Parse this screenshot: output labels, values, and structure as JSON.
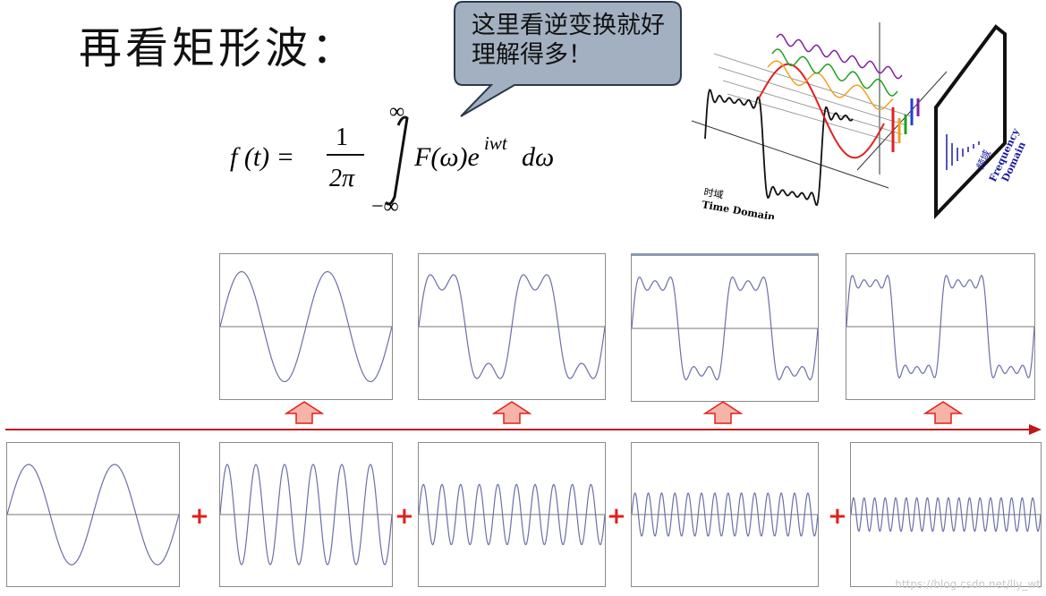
{
  "title": "再看矩形波：",
  "bubble_text": "这里看逆变换就好理解得多！",
  "formula": {
    "lhs": "f (t) =",
    "frac_num": "1",
    "frac_den": "2π",
    "upper_limit": "∞",
    "lower_limit": "−∞",
    "integrand": "F(ω)e",
    "exponent": "iwt",
    "differential": "dω"
  },
  "illustration": {
    "time_label_cn": "时域",
    "time_label_en": "Time Domain",
    "freq_label_cn": "频域",
    "freq_label_en_1": "Frequency",
    "freq_label_en_2": "Domain"
  },
  "plus_signs": [
    "+",
    "+",
    "+",
    "+"
  ],
  "watermark": "https://blog.csdn.net/lly_wt",
  "colors": {
    "accent": "#e0201c",
    "arrow_fill": "#f6b3a8",
    "wave": "#6b6fa8",
    "frame": "#8a8a8a"
  },
  "sum_panels": {
    "harmonic_counts": [
      1,
      2,
      3,
      4
    ]
  },
  "component_panels": {
    "frequency_multipliers": [
      1,
      3,
      5,
      7,
      9
    ]
  }
}
